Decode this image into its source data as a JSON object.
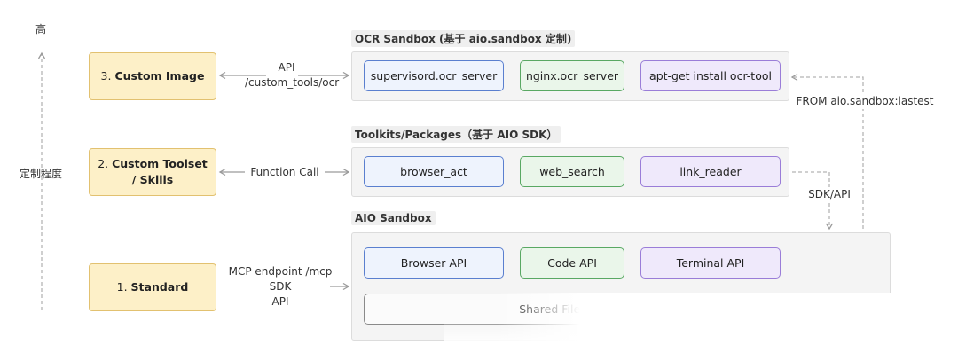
{
  "axis": {
    "top_label": "高",
    "side_label": "定制程度"
  },
  "levels": {
    "custom_image": {
      "num": "3.",
      "name": "Custom Image"
    },
    "custom_toolset": {
      "line1_num": "2.",
      "line1_name": "Custom Toolset",
      "line2": "/ Skills"
    },
    "standard": {
      "num": "1.",
      "name": "Standard"
    }
  },
  "connections": {
    "ocr_api": {
      "line1": "API",
      "line2": "/custom_tools/ocr"
    },
    "function_call": "Function Call",
    "mcp": {
      "line1": "MCP endpoint /mcp",
      "line2": "SDK",
      "line3": "API"
    }
  },
  "sections": {
    "ocr_sandbox": {
      "title": "OCR Sandbox (基于 aio.sandbox 定制)",
      "items": [
        "supervisord.ocr_server",
        "nginx.ocr_server",
        "apt-get install ocr-tool"
      ]
    },
    "toolkits": {
      "title": "Toolkits/Packages（基于 AIO SDK）",
      "items": [
        "browser_act",
        "web_search",
        "link_reader"
      ]
    },
    "aio_sandbox": {
      "title": "AIO Sandbox",
      "items": [
        "Browser API",
        "Code API",
        "Terminal API"
      ],
      "shared": "Shared File System"
    }
  },
  "side_labels": {
    "from": "FROM aio.sandbox:lastest",
    "sdk_api": "SDK/API"
  },
  "colors": {
    "level_fill": "#fdf0c8",
    "blue": "#5a7fcf",
    "green": "#59a863",
    "purple": "#9a7dd8"
  }
}
